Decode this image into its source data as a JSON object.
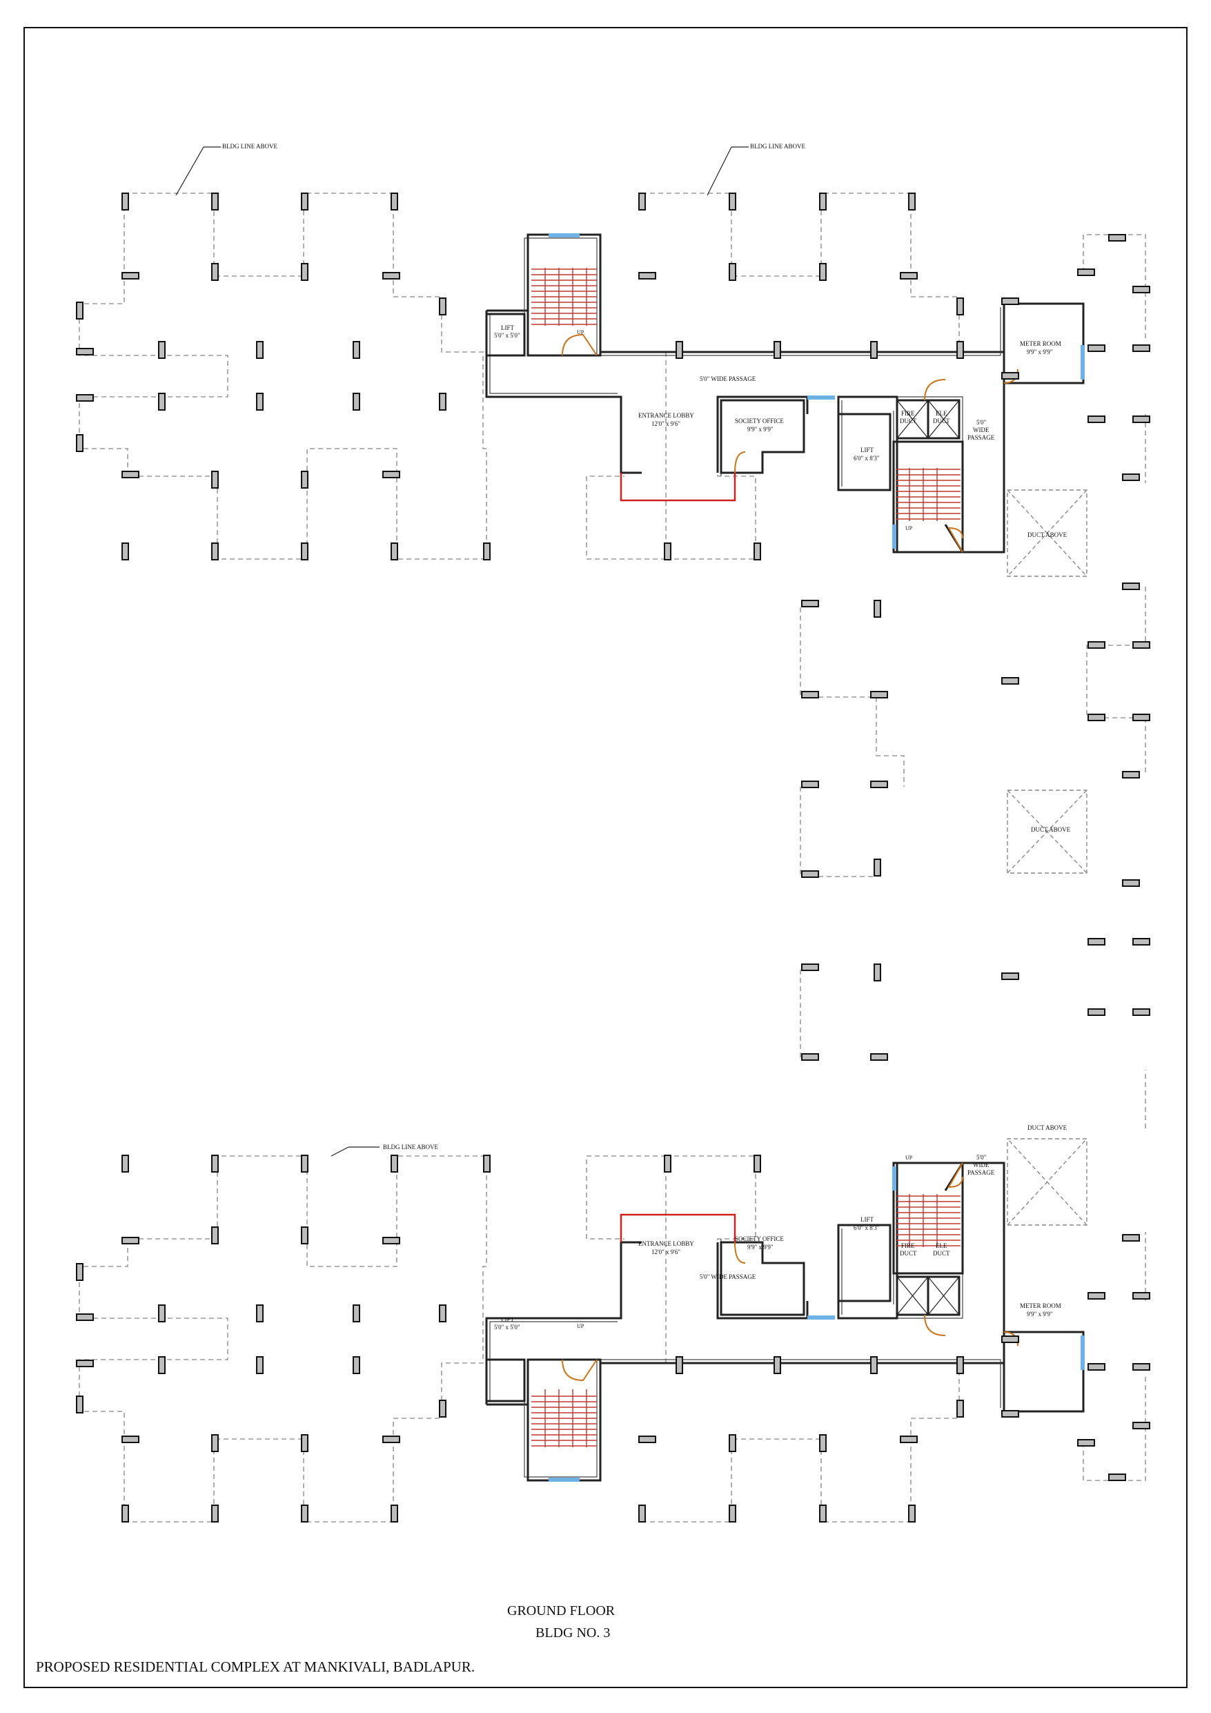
{
  "drawing": {
    "title": "GROUND FLOOR",
    "building": "BLDG NO. 3",
    "project": "PROPOSED RESIDENTIAL COMPLEX AT MANKIVALI, BADLAPUR."
  },
  "labels": {
    "bldg_line_above": "BLDG LINE ABOVE",
    "lift_small": "LIFT",
    "lift_small_size": "5'0\" x 5'0\"",
    "lift_large": "LIFT",
    "lift_large_size": "6'0\" x 8'3\"",
    "entrance_lobby": "ENTRANCE LOBBY",
    "entrance_lobby_size": "12'0\" x 9'6\"",
    "society_office": "SOCIETY OFFICE",
    "society_office_size": "9'9\" x 9'9\"",
    "passage": "5'0\" WIDE PASSAGE",
    "side_passage_1": "5'0\"",
    "side_passage_2": "WIDE",
    "side_passage_3": "PASSAGE",
    "meter_room": "METER ROOM",
    "meter_room_size": "9'9\" x 9'9\"",
    "fire_duct_1": "FIRE",
    "fire_duct_2": "DUCT",
    "ele_duct_1": "ELE",
    "ele_duct_2": "DUCT",
    "duct_above": "DUCT ABOVE",
    "up": "UP"
  }
}
